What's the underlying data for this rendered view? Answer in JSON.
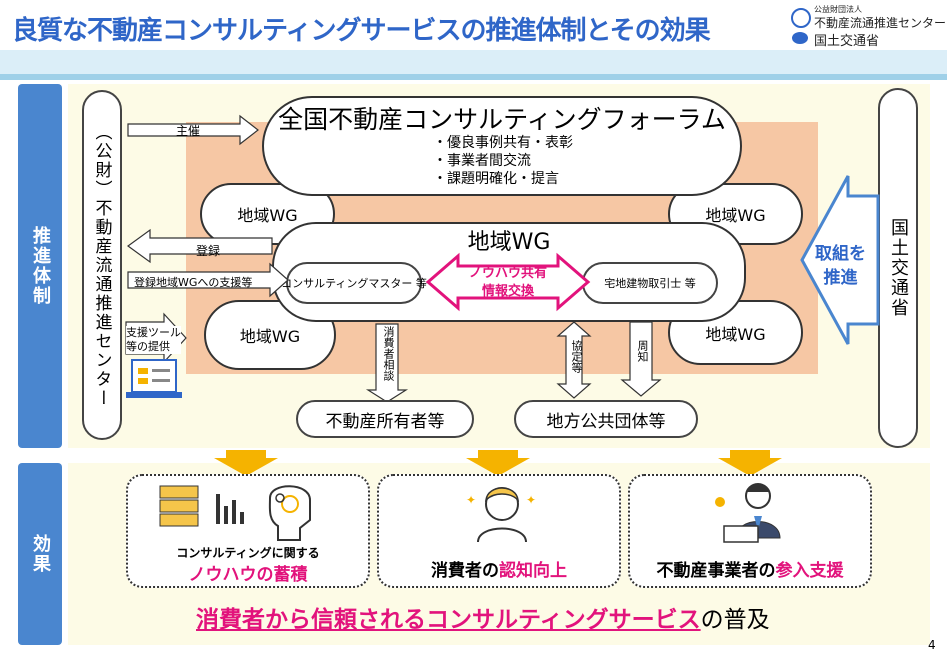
{
  "title": "良質な不動産コンサルティングサービスの推進体制とその効果",
  "logo": {
    "org_small": "公益財団法人",
    "org_name": "不動産流通推進センター",
    "ministry": "国土交通省"
  },
  "section_labels": {
    "structure": "推進体制",
    "effect": "効果"
  },
  "center_org": "（公財）不動産流通推進センター",
  "ministry_box": "国土交通省",
  "forum": {
    "title": "全国不動産コンサルティングフォーラム",
    "items": [
      "・優良事例共有・表彰",
      "・事業者間交流",
      "・課題明確化・提言"
    ]
  },
  "regional_wg": {
    "main": "地域WG",
    "small": "地域WG"
  },
  "master_label": "コンサルティングマスター 等",
  "broker_label": "宅地建物取引士 等",
  "knowhow_share": [
    "ノウハウ共有",
    "情報交換"
  ],
  "arrows": {
    "host": "主催",
    "register": "登録",
    "support": "登録地域WGへの支援等",
    "tools": [
      "支援ツール",
      "等の提供"
    ],
    "consult": "消費者相談",
    "agreement": "協定等",
    "notice": "周知",
    "promote": [
      "取組を",
      "推進"
    ]
  },
  "targets": [
    "不動産所有者等",
    "地方公共団体等"
  ],
  "effects": [
    {
      "line1": "コンサルティングに関する",
      "line2": "ノウハウの蓄積"
    },
    {
      "prefix": "消費者の",
      "highlight": "認知向上"
    },
    {
      "prefix": "不動産事業者の",
      "highlight": "参入支援"
    }
  ],
  "bottom_line": {
    "highlight": "消費者から信頼されるコンサルティングサービス",
    "suffix": "の普及"
  },
  "page_number": "4",
  "colors": {
    "title": "#2f66c8",
    "pink": "#e2137c",
    "orange_bg": "#f6c7a4",
    "cream_bg": "#fdfbe6",
    "blue_label": "#4a86cf",
    "yellow_arrow": "#f5b300"
  }
}
